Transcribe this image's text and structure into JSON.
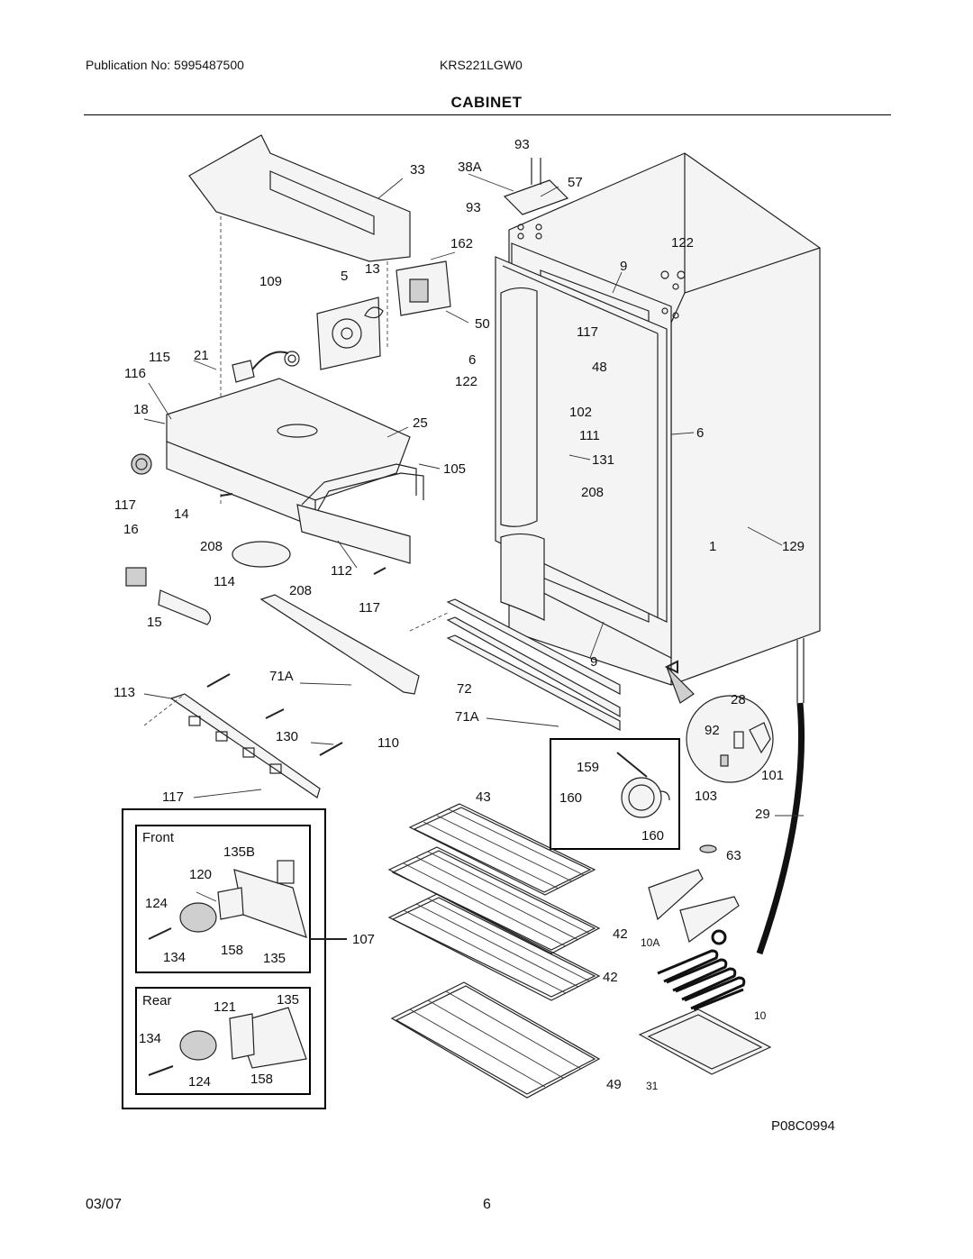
{
  "header": {
    "publication": "Publication No: 5995487500",
    "model": "KRS221LGW0",
    "title": "CABINET"
  },
  "footer": {
    "date": "03/07",
    "page": "6"
  },
  "diagram_code": "P08C0994",
  "inset_labels": {
    "front": "Front",
    "rear": "Rear"
  },
  "part_labels": [
    "93",
    "33",
    "38A",
    "57",
    "93",
    "162",
    "122",
    "9",
    "13",
    "5",
    "109",
    "50",
    "117",
    "6",
    "48",
    "115",
    "21",
    "116",
    "122",
    "102",
    "18",
    "25",
    "111",
    "6",
    "131",
    "105",
    "208",
    "117",
    "14",
    "16",
    "208",
    "1",
    "129",
    "112",
    "114",
    "208",
    "117",
    "15",
    "9",
    "71A",
    "113",
    "72",
    "28",
    "71A",
    "92",
    "130",
    "110",
    "159",
    "101",
    "160",
    "103",
    "117",
    "43",
    "29",
    "160",
    "63",
    "135B",
    "120",
    "124",
    "107",
    "42",
    "10A",
    "134",
    "158",
    "135",
    "42",
    "135",
    "121",
    "10",
    "134",
    "124",
    "158",
    "49",
    "31"
  ],
  "colors": {
    "line": "#222222",
    "dark_fill": "#cfcfcf",
    "cord": "#111111"
  }
}
